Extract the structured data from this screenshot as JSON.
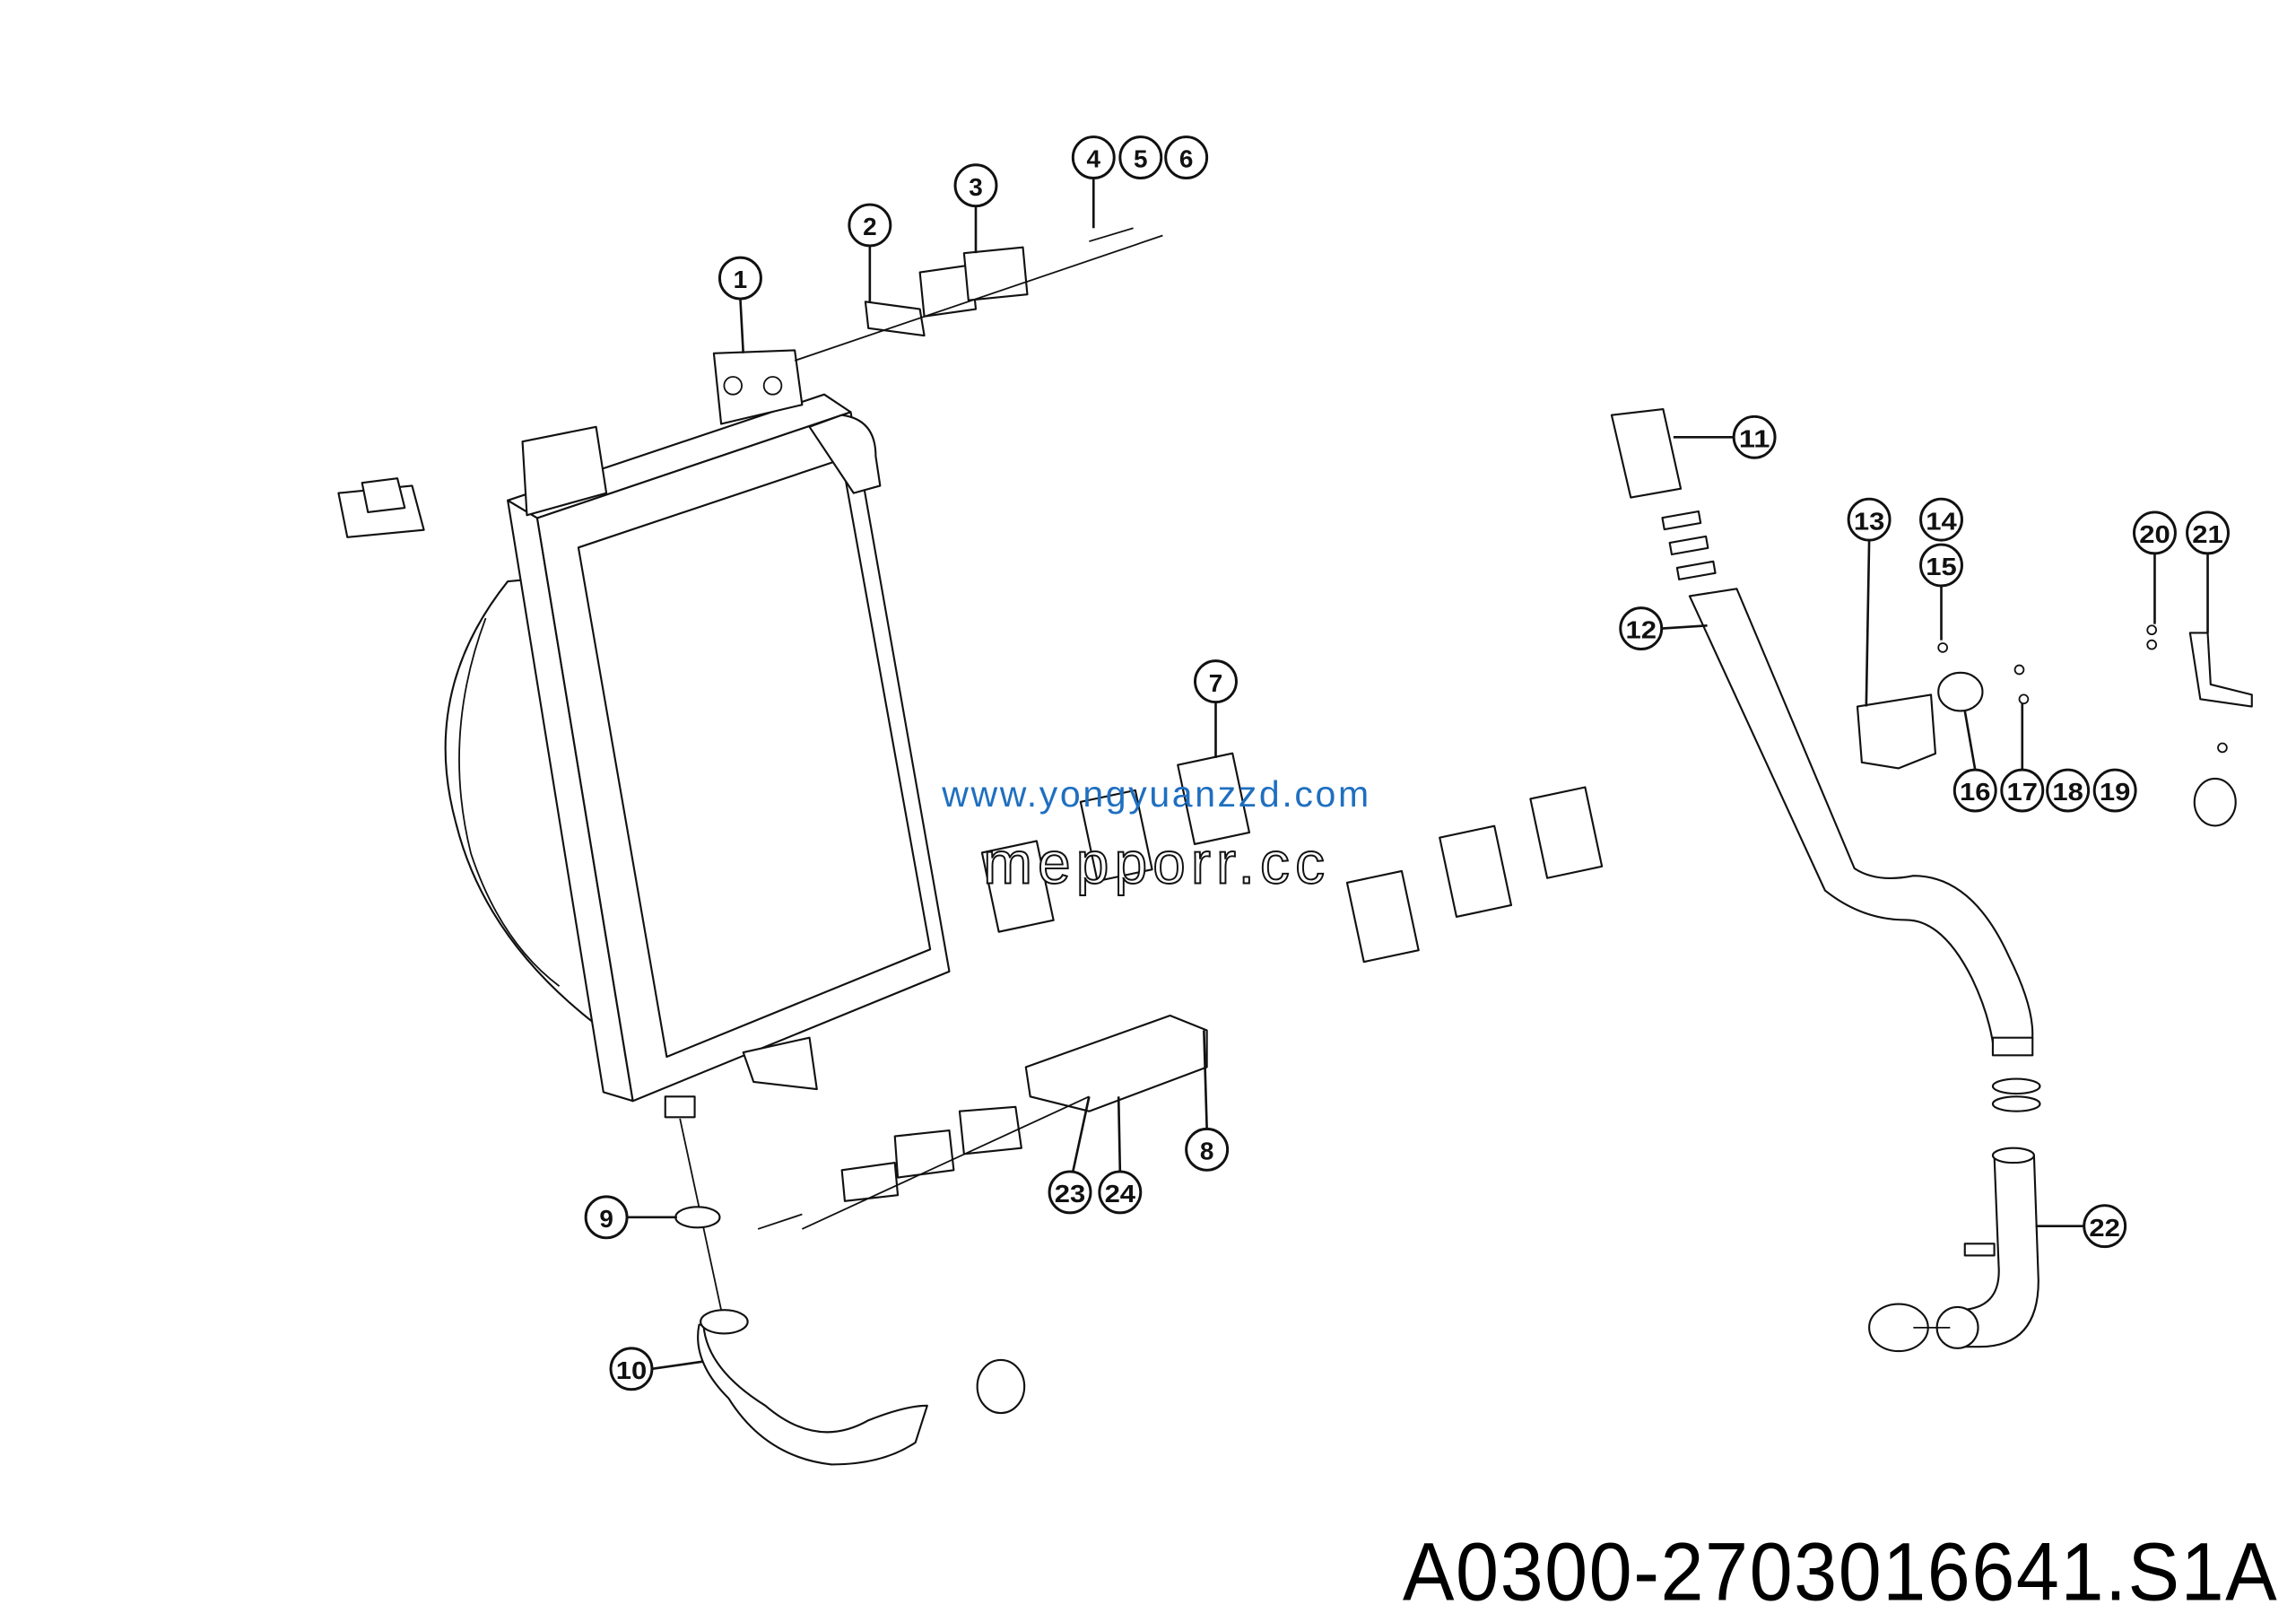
{
  "drawing": {
    "part_number": "A0300-2703016641.S1A",
    "watermarks": [
      "www.yongyuanzzd.com",
      "mepporr.cc"
    ],
    "callouts": [
      "1",
      "2",
      "3",
      "4",
      "5",
      "6",
      "7",
      "8",
      "9",
      "10",
      "11",
      "12",
      "13",
      "14",
      "15",
      "16",
      "17",
      "18",
      "19",
      "20",
      "21",
      "22",
      "23",
      "24"
    ]
  }
}
